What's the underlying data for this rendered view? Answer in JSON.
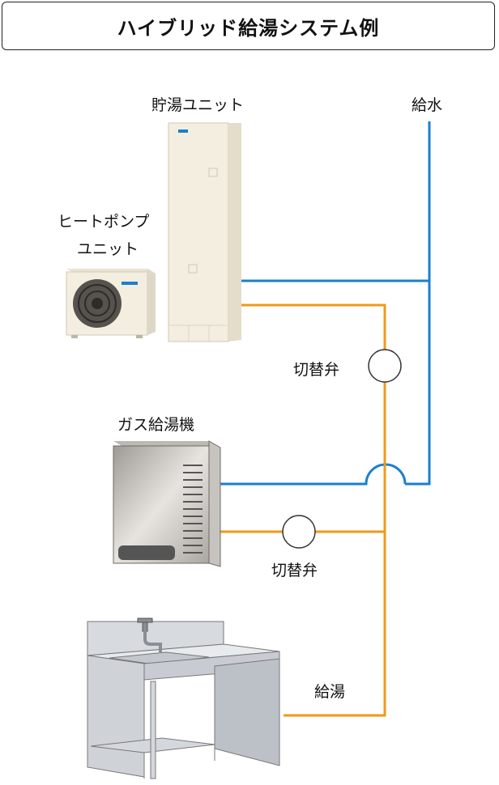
{
  "title": "ハイブリッド給湯システム例",
  "labels": {
    "tank_unit": "貯湯ユニット",
    "water_supply": "給水",
    "heat_pump_line1": "ヒートポンプ",
    "heat_pump_line2": "ユニット",
    "valve_upper": "切替弁",
    "gas_heater": "ガス給湯機",
    "valve_lower": "切替弁",
    "hot_water": "給湯"
  },
  "colors": {
    "water_pipe": "#1a7fd0",
    "hot_pipe": "#ee9a1a",
    "unit_body": "#f3eee0"
  }
}
